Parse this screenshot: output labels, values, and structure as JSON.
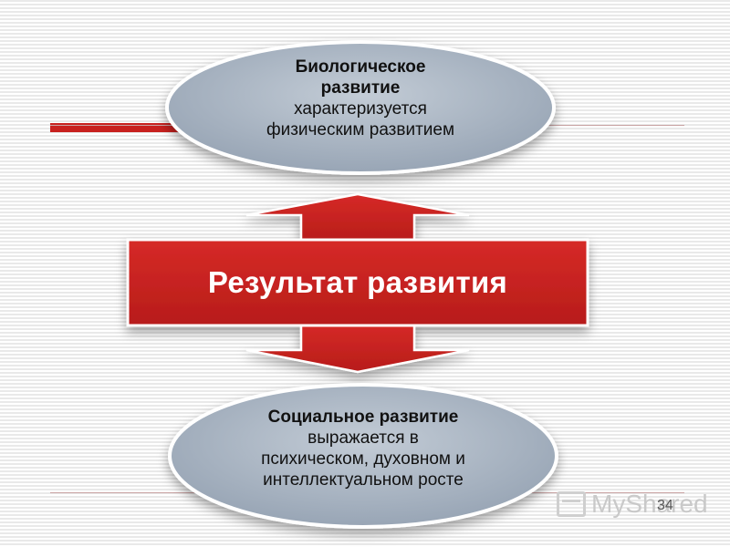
{
  "top_ellipse": {
    "title_line1": "Биологическое",
    "title_line2": "развитие",
    "text_line1": "характеризуется",
    "text_line2": "физическим развитием"
  },
  "center": {
    "label": "Результат развития"
  },
  "bottom_ellipse": {
    "title": "Социальное развитие",
    "text_line1": "выражается в",
    "text_line2": "психическом, духовном и",
    "text_line3": "интеллектуальном росте"
  },
  "watermark": {
    "text": "MyShared"
  },
  "slide_number": "34",
  "colors": {
    "accent_red": "#c8211f",
    "ellipse_fill": "#a9b4c2",
    "background": "#f4f4f4"
  }
}
